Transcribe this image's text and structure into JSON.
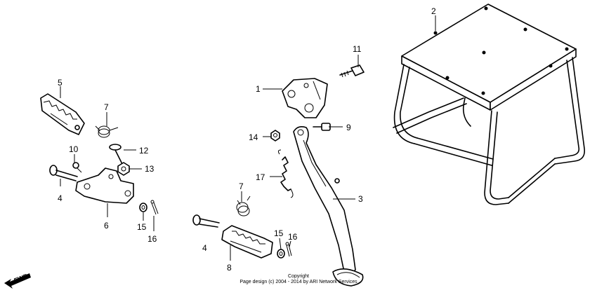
{
  "callouts": {
    "c1": "1",
    "c2": "2",
    "c3": "3",
    "c4a": "4",
    "c4b": "4",
    "c5": "5",
    "c6": "6",
    "c7a": "7",
    "c7b": "7",
    "c8": "8",
    "c9": "9",
    "c10": "10",
    "c11": "11",
    "c12": "12",
    "c13": "13",
    "c14": "14",
    "c15a": "15",
    "c15b": "15",
    "c16a": "16",
    "c16b": "16",
    "c17": "17"
  },
  "fwd_label": "FWD",
  "copyright": {
    "line1": "Copyright",
    "line2": "Page design (c) 2004 - 2014 by ARI Network Services"
  }
}
